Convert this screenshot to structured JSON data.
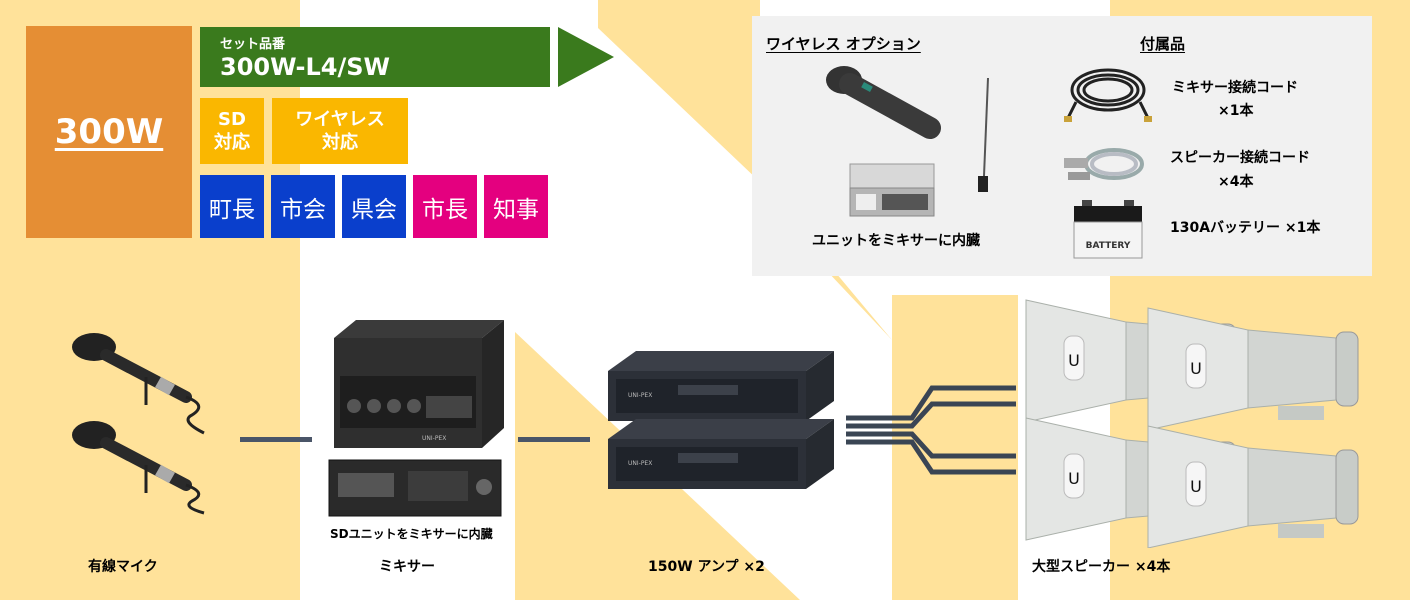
{
  "power": "300W",
  "set": {
    "label": "セット品番",
    "code": "300W-L4/SW"
  },
  "tags": {
    "sd": [
      "SD",
      "対応"
    ],
    "wireless": [
      "ワイヤレス",
      "対応"
    ]
  },
  "badges": [
    "町長",
    "市会",
    "県会",
    "市長",
    "知事"
  ],
  "wireless_option": {
    "title": "ワイヤレス オプション",
    "caption": "ユニットをミキサーに内臓"
  },
  "accessories": {
    "title": "付属品",
    "items": [
      {
        "name": "ミキサー接続コード",
        "qty": "×1本"
      },
      {
        "name": "スピーカー接続コード",
        "qty": "×4本"
      },
      {
        "name": "130Aバッテリー ×1本"
      }
    ],
    "battery_text": "BATTERY"
  },
  "components": {
    "mic": "有線マイク",
    "sd_caption": "SDユニットをミキサーに内臓",
    "mixer": "ミキサー",
    "amp": "150W アンプ ×2",
    "speaker": "大型スピーカー ×4本"
  },
  "brand": "UNI-PEX",
  "colors": {
    "background": "#ffe29a",
    "orange": "#e58e34",
    "green": "#3a7a1d",
    "yellow": "#fab700",
    "blue": "#0a3fcc",
    "pink": "#e4007f"
  }
}
